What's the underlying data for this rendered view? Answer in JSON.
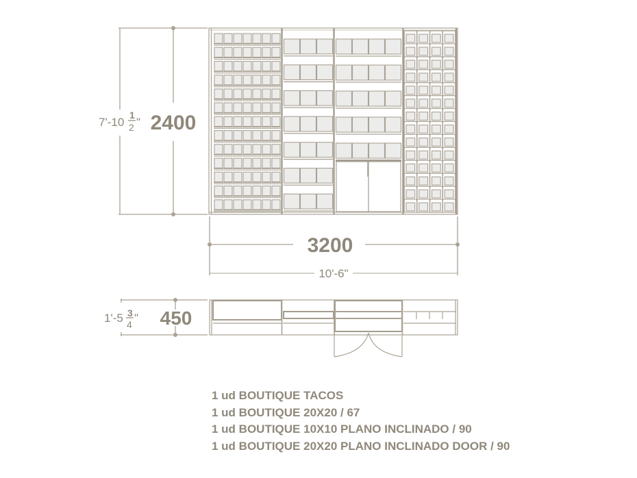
{
  "colors": {
    "line": "#aaa295",
    "line_dark": "#a49c8e",
    "cell_fill": "#ececeb",
    "text": "#8f887b"
  },
  "elevation": {
    "height_mm": "2400",
    "height_imperial": {
      "whole": "7'-10",
      "num": "1",
      "den": "2",
      "suffix": "\""
    },
    "width_mm": "3200",
    "width_imperial": "10'-6\"",
    "modules": [
      {
        "name": "BOUTIQUE 20X20 / 67",
        "cols": 7,
        "rows": 13
      },
      {
        "name": "BOUTIQUE TACOS",
        "cols": 3,
        "rows": 7
      },
      {
        "name": "BOUTIQUE 20X20 PLANO INCLINADO DOOR / 90",
        "cols": 4,
        "rows": 5,
        "doors": 2
      },
      {
        "name": "BOUTIQUE 10X10 PLANO INCLINADO / 90",
        "cols": 4,
        "rows": 14
      }
    ]
  },
  "plan": {
    "depth_mm": "450",
    "depth_imperial": {
      "whole": "1'-5",
      "num": "3",
      "den": "4",
      "suffix": "\""
    }
  },
  "items": [
    "1 ud BOUTIQUE TACOS",
    "1 ud BOUTIQUE 20X20 / 67",
    "1 ud BOUTIQUE 10X10 PLANO INCLINADO / 90",
    "1 ud BOUTIQUE 20X20 PLANO INCLINADO DOOR / 90"
  ]
}
